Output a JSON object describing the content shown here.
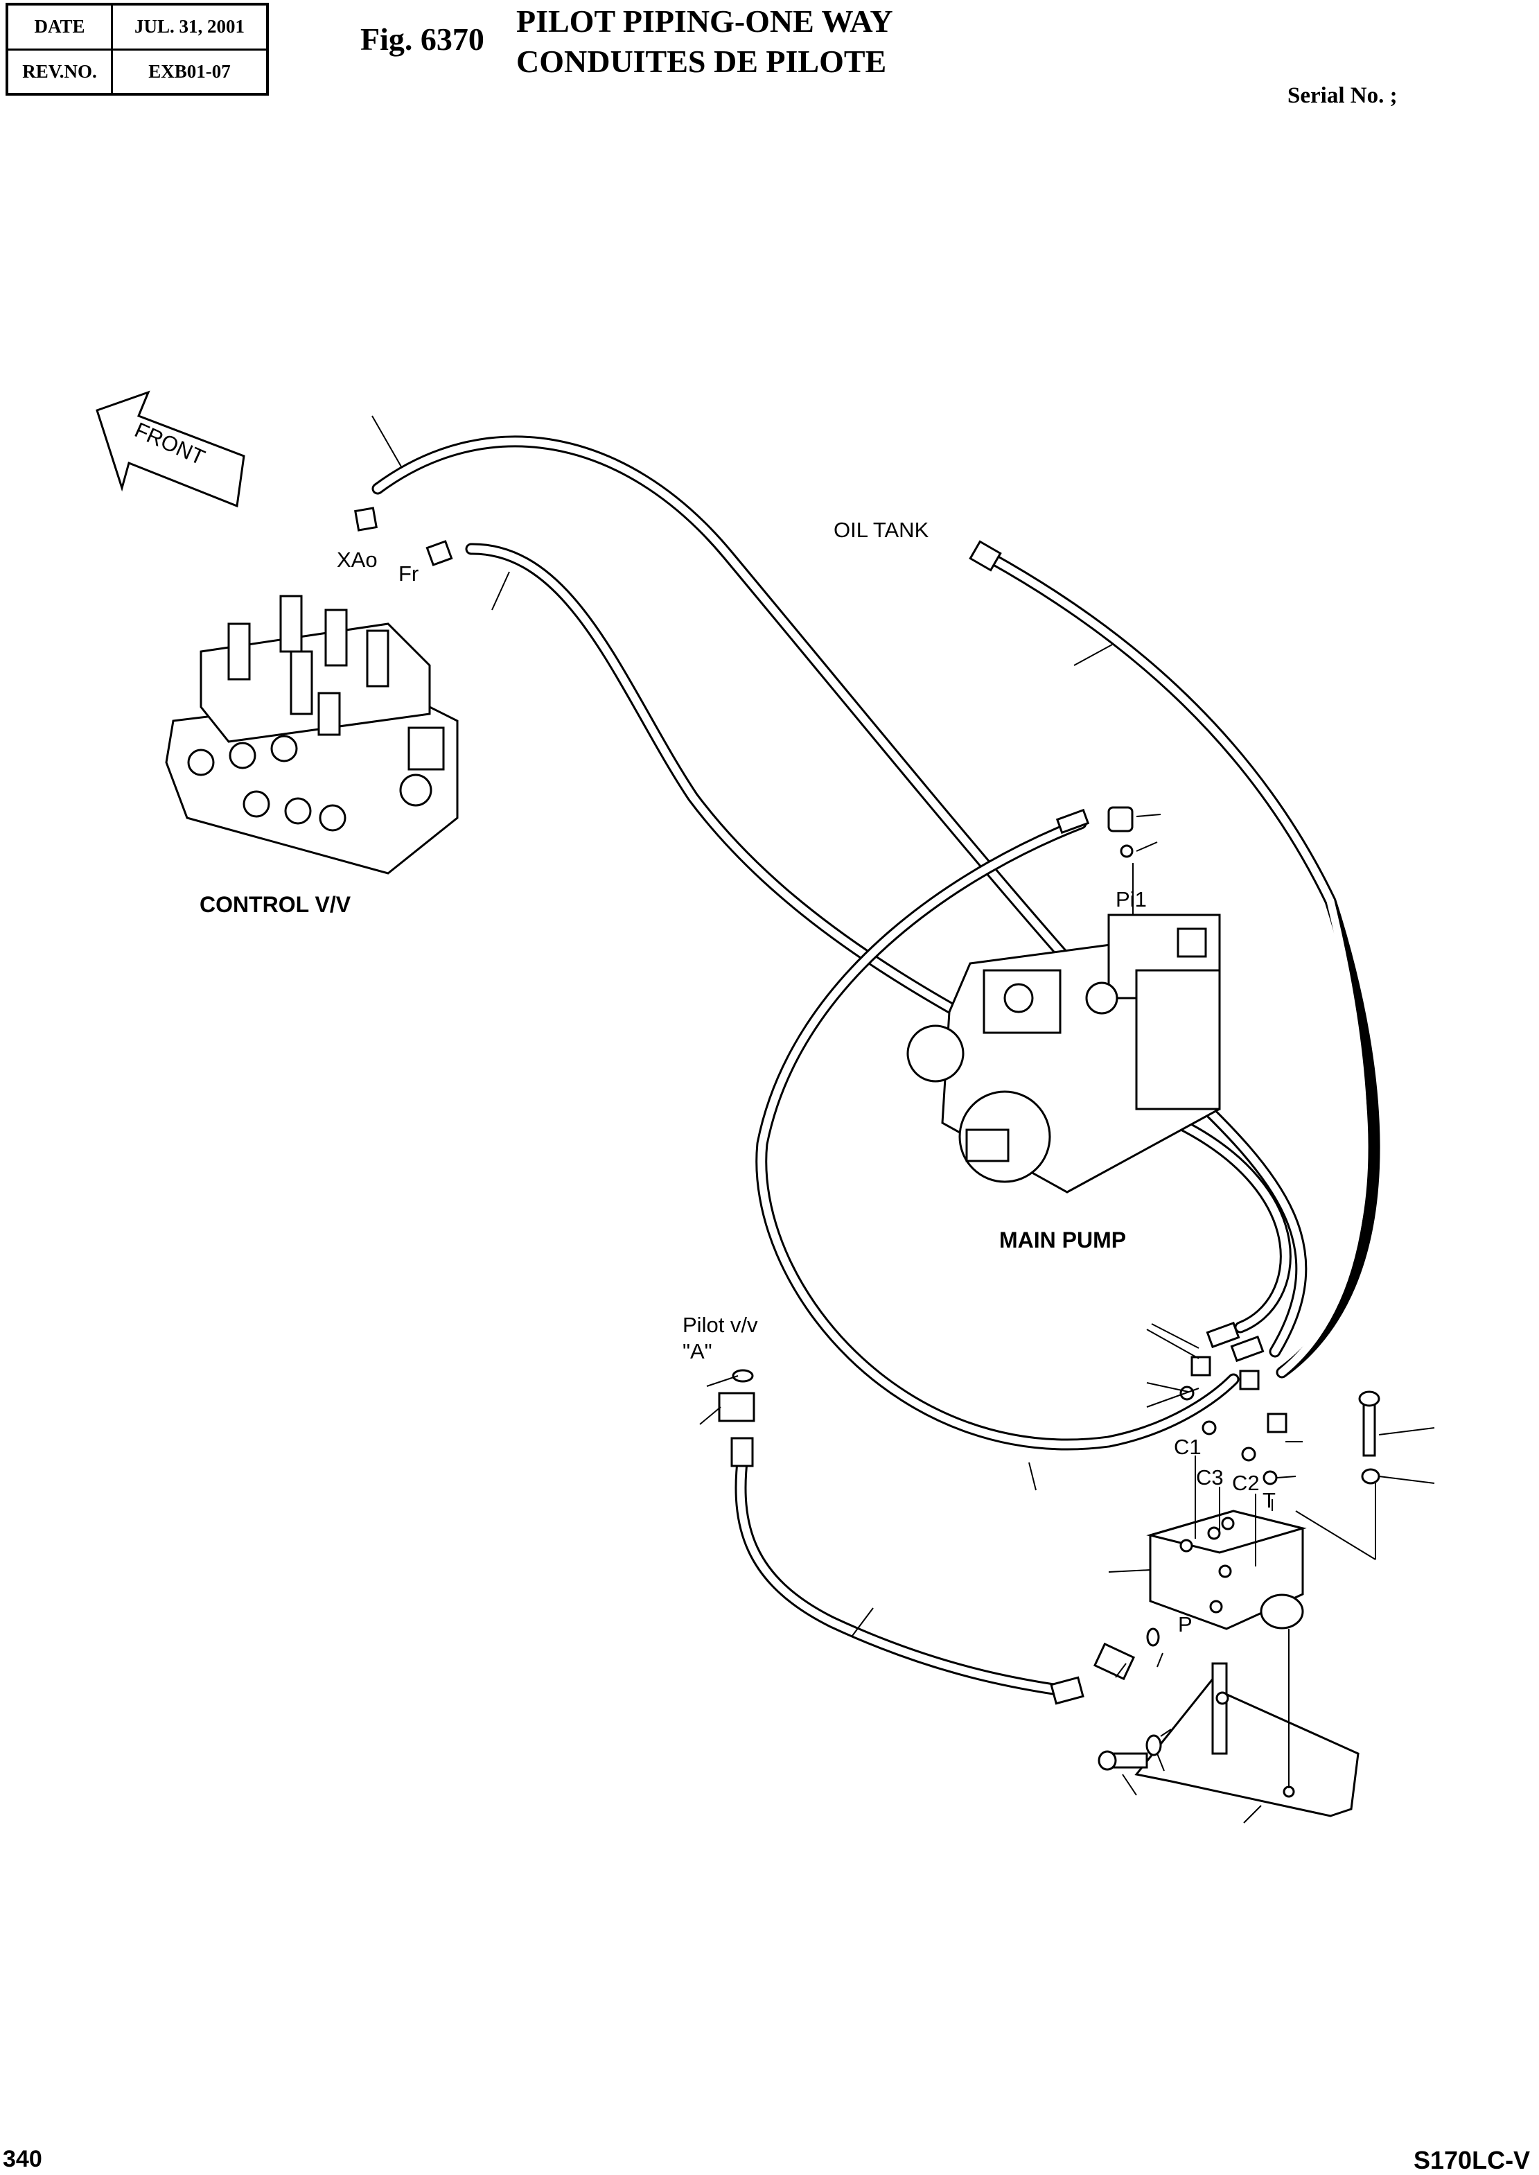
{
  "header": {
    "date_label": "DATE",
    "date_value": "JUL. 31, 2001",
    "rev_label": "REV.NO.",
    "rev_value": "EXB01-07",
    "fig_number": "Fig. 6370",
    "title_line1": "PILOT PIPING-ONE WAY",
    "title_line2": "CONDUITES DE PILOTE",
    "serial": "Serial No. ;"
  },
  "diagram": {
    "front_label": "FRONT",
    "labels": {
      "xao": "XAo",
      "fr": "Fr",
      "oil_tank": "OIL TANK",
      "control_vv": "CONTROL V/V",
      "pi1": "Pi1",
      "main_pump": "MAIN PUMP",
      "pilot_vv": "Pilot v/v",
      "pilot_a": "\"A\"",
      "c1": "C1",
      "c3": "C3",
      "c2": "C2",
      "t": "T",
      "p": "P"
    }
  },
  "footer": {
    "page_number": "340",
    "model": "S170LC-V"
  }
}
